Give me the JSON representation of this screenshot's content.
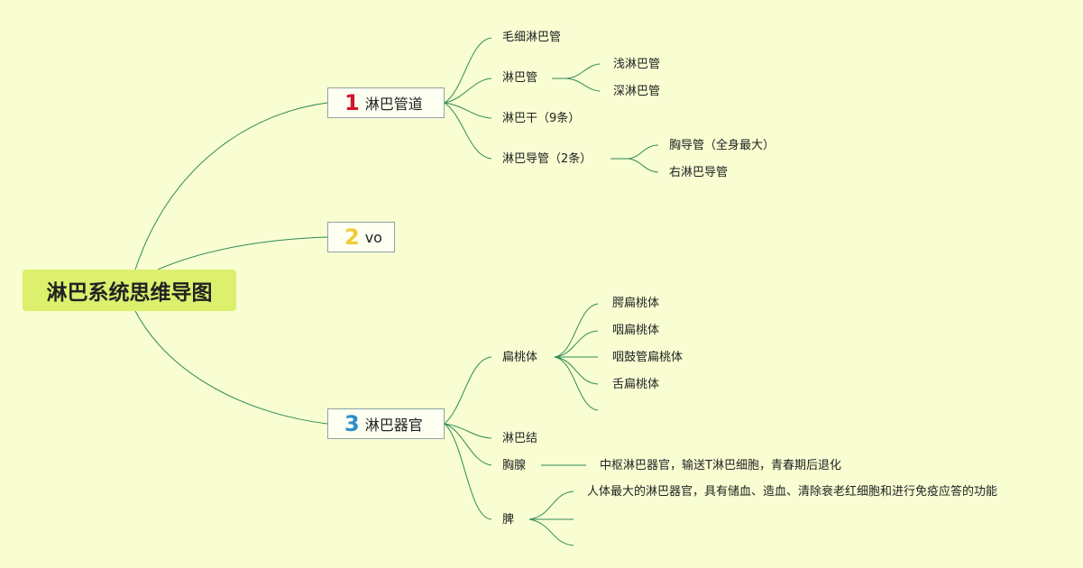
{
  "root": "淋巴系统思维导图",
  "branches": [
    {
      "number": "1",
      "label": "淋巴管道",
      "children": [
        {
          "label": "毛细淋巴管"
        },
        {
          "label": "淋巴管",
          "children": [
            "浅淋巴管",
            "深淋巴管"
          ]
        },
        {
          "label": "淋巴干（9条）"
        },
        {
          "label": "淋巴导管（2条）",
          "children": [
            "胸导管（全身最大）",
            "右淋巴导管"
          ]
        }
      ]
    },
    {
      "number": "2",
      "label": "vo"
    },
    {
      "number": "3",
      "label": "淋巴器官",
      "children": [
        {
          "label": "扁桃体",
          "children": [
            "腭扁桃体",
            "咽扁桃体",
            "咽鼓管扁桃体",
            "舌扁桃体",
            ""
          ]
        },
        {
          "label": "淋巴结"
        },
        {
          "label": "胸腺",
          "children": [
            "中枢淋巴器官，输送T淋巴细胞，青春期后退化"
          ]
        },
        {
          "label": "脾",
          "children": [
            "人体最大的淋巴器官，具有储血、造血、清除衰老红细胞和进行免疫应答的功能",
            "",
            ""
          ]
        }
      ]
    }
  ],
  "colors": {
    "background": "#f8fdd2",
    "root_fill": "#dcf06e",
    "link": "#2e8b57",
    "number_1": "#d3142e",
    "number_2": "#f1cc35",
    "number_3": "#2a8fcd"
  }
}
